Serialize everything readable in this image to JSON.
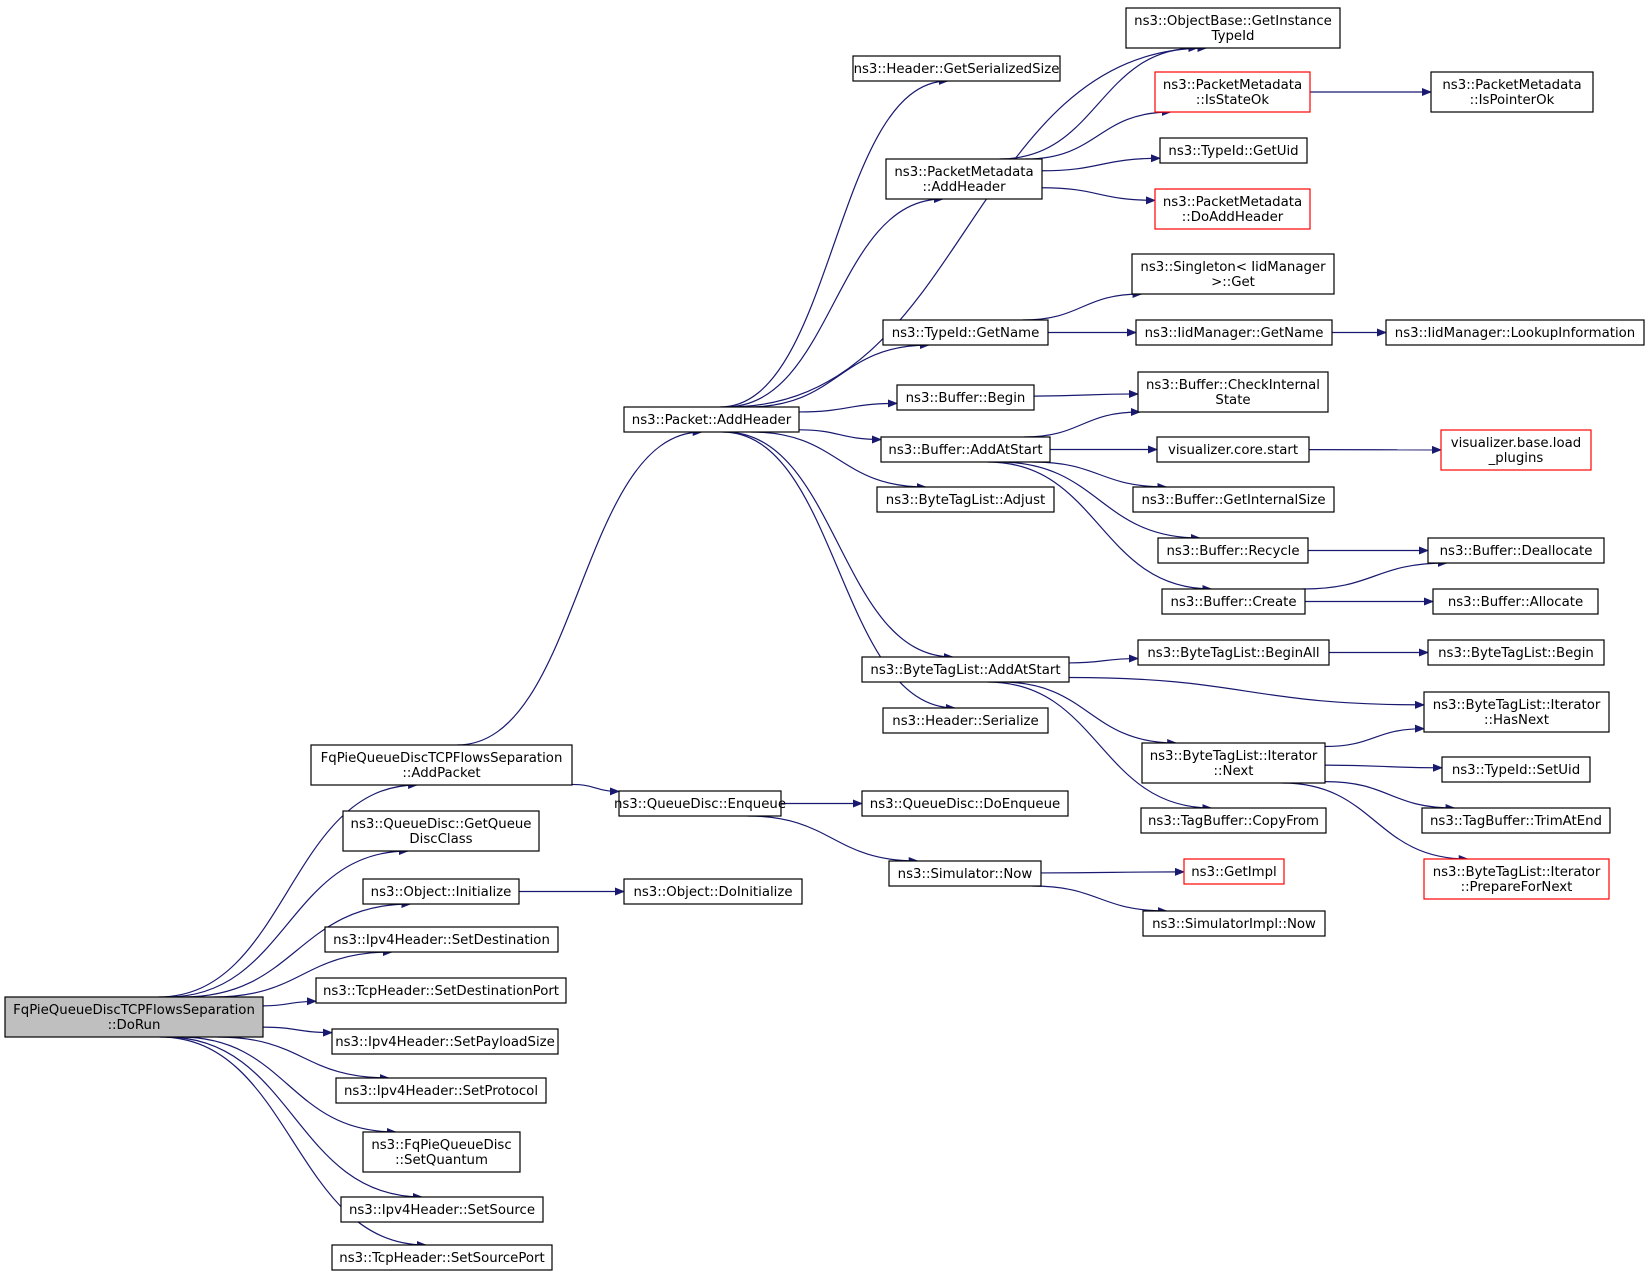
{
  "colors": {
    "edge": "#191970",
    "node_border": "#000000",
    "truncated_border": "#ff0000",
    "root_fill": "#bfbfbf",
    "node_fill": "#ffffff"
  },
  "nodes": {
    "dorun": {
      "lines": [
        "FqPieQueueDiscTCPFlowsSeparation",
        "::DoRun"
      ],
      "root": true
    },
    "addpacket": {
      "lines": [
        "FqPieQueueDiscTCPFlowsSeparation",
        "::AddPacket"
      ]
    },
    "getqueuedisc": {
      "lines": [
        "ns3::QueueDisc::GetQueue",
        "DiscClass"
      ]
    },
    "objinit": {
      "lines": [
        "ns3::Object::Initialize"
      ]
    },
    "setdest": {
      "lines": [
        "ns3::Ipv4Header::SetDestination"
      ]
    },
    "setdestport": {
      "lines": [
        "ns3::TcpHeader::SetDestinationPort"
      ]
    },
    "setpayload": {
      "lines": [
        "ns3::Ipv4Header::SetPayloadSize"
      ]
    },
    "setproto": {
      "lines": [
        "ns3::Ipv4Header::SetProtocol"
      ]
    },
    "setquantum": {
      "lines": [
        "ns3::FqPieQueueDisc",
        "::SetQuantum"
      ]
    },
    "setsource": {
      "lines": [
        "ns3::Ipv4Header::SetSource"
      ]
    },
    "setsrcport": {
      "lines": [
        "ns3::TcpHeader::SetSourcePort"
      ]
    },
    "pktaddheader": {
      "lines": [
        "ns3::Packet::AddHeader"
      ]
    },
    "enqueue": {
      "lines": [
        "ns3::QueueDisc::Enqueue"
      ]
    },
    "doinit": {
      "lines": [
        "ns3::Object::DoInitialize"
      ]
    },
    "doenqueue": {
      "lines": [
        "ns3::QueueDisc::DoEnqueue"
      ]
    },
    "simnow": {
      "lines": [
        "ns3::Simulator::Now"
      ]
    },
    "getserial": {
      "lines": [
        "ns3::Header::GetSerializedSize"
      ]
    },
    "pmaddheader": {
      "lines": [
        "ns3::PacketMetadata",
        "::AddHeader"
      ]
    },
    "tidgetname": {
      "lines": [
        "ns3::TypeId::GetName"
      ]
    },
    "bufbegin": {
      "lines": [
        "ns3::Buffer::Begin"
      ]
    },
    "bufaddatstart": {
      "lines": [
        "ns3::Buffer::AddAtStart"
      ]
    },
    "btladjust": {
      "lines": [
        "ns3::ByteTagList::Adjust"
      ]
    },
    "btladdatstart": {
      "lines": [
        "ns3::ByteTagList::AddAtStart"
      ]
    },
    "hdrserialize": {
      "lines": [
        "ns3::Header::Serialize"
      ]
    },
    "getinstance": {
      "lines": [
        "ns3::ObjectBase::GetInstance",
        "TypeId"
      ]
    },
    "isstateok": {
      "lines": [
        "ns3::PacketMetadata",
        "::IsStateOk"
      ],
      "truncated": true
    },
    "tidgetuid": {
      "lines": [
        "ns3::TypeId::GetUid"
      ]
    },
    "doaddheader": {
      "lines": [
        "ns3::PacketMetadata",
        "::DoAddHeader"
      ],
      "truncated": true
    },
    "singleton": {
      "lines": [
        "ns3::Singleton< IidManager",
        ">::Get"
      ]
    },
    "iidgetname": {
      "lines": [
        "ns3::IidManager::GetName"
      ]
    },
    "checkinternal": {
      "lines": [
        "ns3::Buffer::CheckInternal",
        "State"
      ]
    },
    "vizstart": {
      "lines": [
        "visualizer.core.start"
      ]
    },
    "getinternalsize": {
      "lines": [
        "ns3::Buffer::GetInternalSize"
      ]
    },
    "recycle": {
      "lines": [
        "ns3::Buffer::Recycle"
      ]
    },
    "bufcreate": {
      "lines": [
        "ns3::Buffer::Create"
      ]
    },
    "beginall": {
      "lines": [
        "ns3::ByteTagList::BeginAll"
      ]
    },
    "itnext": {
      "lines": [
        "ns3::ByteTagList::Iterator",
        "::Next"
      ]
    },
    "copyfrom": {
      "lines": [
        "ns3::TagBuffer::CopyFrom"
      ]
    },
    "getimpl": {
      "lines": [
        "ns3::GetImpl"
      ],
      "truncated": true
    },
    "simimplnow": {
      "lines": [
        "ns3::SimulatorImpl::Now"
      ]
    },
    "ispointerok": {
      "lines": [
        "ns3::PacketMetadata",
        "::IsPointerOk"
      ]
    },
    "lookupinfo": {
      "lines": [
        "ns3::IidManager::LookupInformation"
      ]
    },
    "loadplugins": {
      "lines": [
        "visualizer.base.load",
        "_plugins"
      ],
      "truncated": true
    },
    "dealloc": {
      "lines": [
        "ns3::Buffer::Deallocate"
      ]
    },
    "alloc": {
      "lines": [
        "ns3::Buffer::Allocate"
      ]
    },
    "btlbegin": {
      "lines": [
        "ns3::ByteTagList::Begin"
      ]
    },
    "hasnext": {
      "lines": [
        "ns3::ByteTagList::Iterator",
        "::HasNext"
      ]
    },
    "tidsetuid": {
      "lines": [
        "ns3::TypeId::SetUid"
      ]
    },
    "trimatend": {
      "lines": [
        "ns3::TagBuffer::TrimAtEnd"
      ]
    },
    "prepnext": {
      "lines": [
        "ns3::ByteTagList::Iterator",
        "::PrepareForNext"
      ],
      "truncated": true
    }
  },
  "edges": [
    [
      "dorun",
      "addpacket"
    ],
    [
      "dorun",
      "getqueuedisc"
    ],
    [
      "dorun",
      "objinit"
    ],
    [
      "dorun",
      "setdest"
    ],
    [
      "dorun",
      "setdestport"
    ],
    [
      "dorun",
      "setpayload"
    ],
    [
      "dorun",
      "setproto"
    ],
    [
      "dorun",
      "setquantum"
    ],
    [
      "dorun",
      "setsource"
    ],
    [
      "dorun",
      "setsrcport"
    ],
    [
      "addpacket",
      "pktaddheader"
    ],
    [
      "addpacket",
      "enqueue"
    ],
    [
      "objinit",
      "doinit"
    ],
    [
      "enqueue",
      "doenqueue"
    ],
    [
      "enqueue",
      "simnow"
    ],
    [
      "pktaddheader",
      "getserial"
    ],
    [
      "pktaddheader",
      "getinstance"
    ],
    [
      "pktaddheader",
      "pmaddheader"
    ],
    [
      "pktaddheader",
      "tidgetname"
    ],
    [
      "pktaddheader",
      "bufbegin"
    ],
    [
      "pktaddheader",
      "bufaddatstart"
    ],
    [
      "pktaddheader",
      "btladjust"
    ],
    [
      "pktaddheader",
      "btladdatstart"
    ],
    [
      "pktaddheader",
      "hdrserialize"
    ],
    [
      "pmaddheader",
      "getinstance"
    ],
    [
      "pmaddheader",
      "isstateok"
    ],
    [
      "pmaddheader",
      "tidgetuid"
    ],
    [
      "pmaddheader",
      "doaddheader"
    ],
    [
      "isstateok",
      "ispointerok"
    ],
    [
      "tidgetname",
      "singleton"
    ],
    [
      "tidgetname",
      "iidgetname"
    ],
    [
      "iidgetname",
      "lookupinfo"
    ],
    [
      "bufbegin",
      "checkinternal"
    ],
    [
      "bufaddatstart",
      "checkinternal"
    ],
    [
      "bufaddatstart",
      "vizstart"
    ],
    [
      "bufaddatstart",
      "getinternalsize"
    ],
    [
      "bufaddatstart",
      "recycle"
    ],
    [
      "bufaddatstart",
      "bufcreate"
    ],
    [
      "vizstart",
      "loadplugins"
    ],
    [
      "recycle",
      "dealloc"
    ],
    [
      "bufcreate",
      "dealloc"
    ],
    [
      "bufcreate",
      "alloc"
    ],
    [
      "btladdatstart",
      "beginall"
    ],
    [
      "btladdatstart",
      "hasnext"
    ],
    [
      "btladdatstart",
      "itnext"
    ],
    [
      "btladdatstart",
      "copyfrom"
    ],
    [
      "beginall",
      "btlbegin"
    ],
    [
      "itnext",
      "hasnext"
    ],
    [
      "itnext",
      "tidsetuid"
    ],
    [
      "itnext",
      "trimatend"
    ],
    [
      "itnext",
      "prepnext"
    ],
    [
      "simnow",
      "getimpl"
    ],
    [
      "simnow",
      "simimplnow"
    ]
  ]
}
